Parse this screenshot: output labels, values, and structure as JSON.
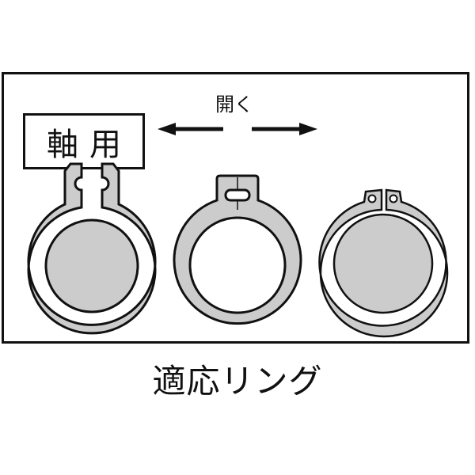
{
  "diagram": {
    "label_box": "軸用",
    "direction_label": "開く",
    "caption": "適応リング",
    "colors": {
      "ring_fill": "#cccccc",
      "outline": "#111111",
      "background": "#ffffff"
    },
    "rings": [
      {
        "name": "ring-type-c-notched"
      },
      {
        "name": "ring-type-e-tab"
      },
      {
        "name": "ring-type-c-eyelet"
      }
    ]
  }
}
